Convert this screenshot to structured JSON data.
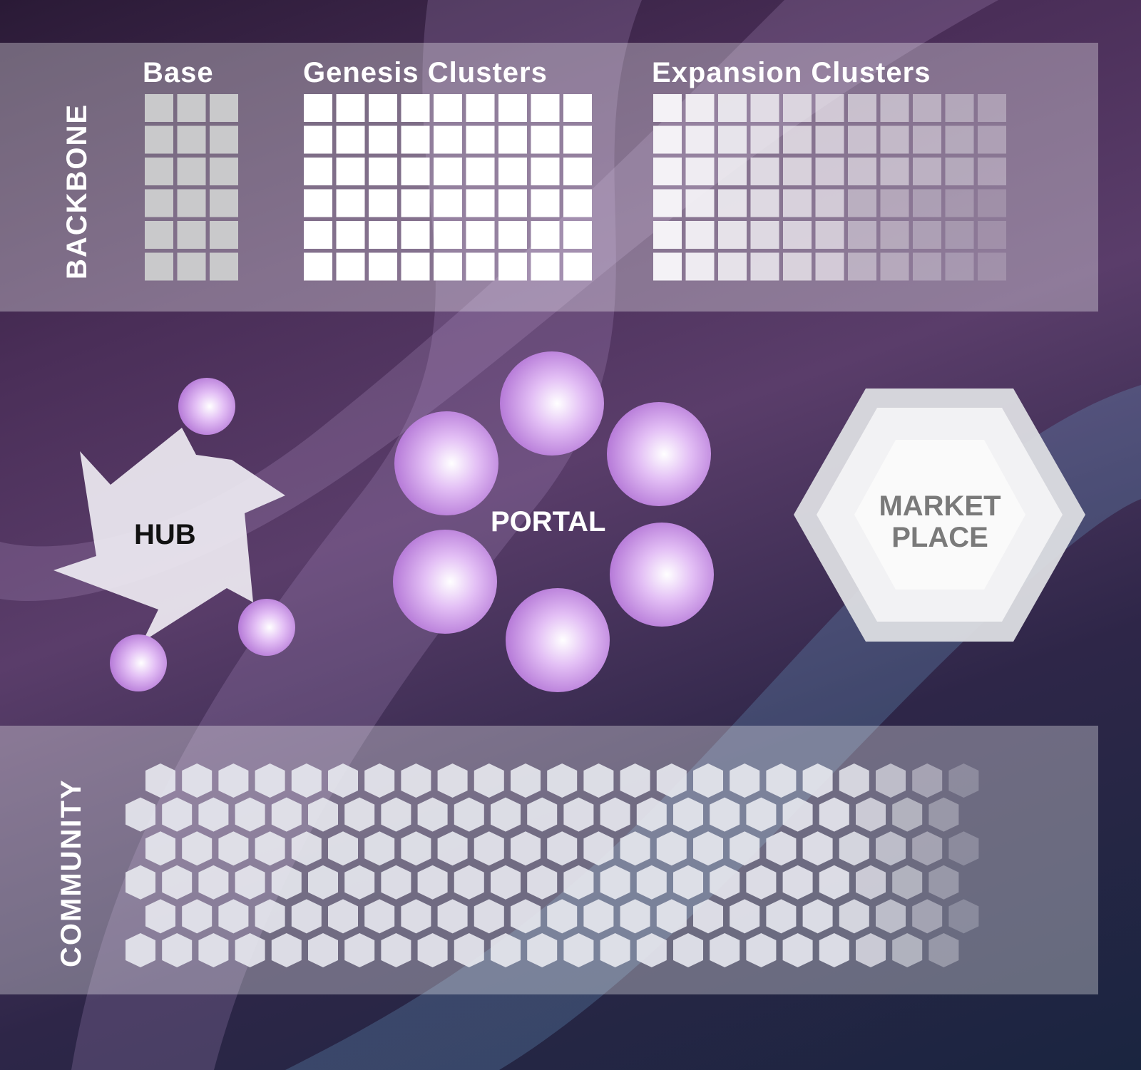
{
  "backbone": {
    "label": "BACKBONE",
    "base": {
      "title": "Base",
      "cols": 3,
      "rows": 6
    },
    "genesis": {
      "title": "Genesis Clusters",
      "cols": 9,
      "rows": 6
    },
    "expansion": {
      "title": "Expansion Clusters",
      "cols": 11,
      "rows": 6
    }
  },
  "hub": {
    "label": "HUB"
  },
  "portal": {
    "label": "PORTAL"
  },
  "marketplace": {
    "line1": "MARKET",
    "line2": "PLACE"
  },
  "community": {
    "label": "COMMUNITY",
    "hex_rows": 6
  },
  "colors": {
    "sphere": "#c78be6",
    "band": "#ffffff",
    "text_dark": "#111111",
    "market_text": "#7a7a7a"
  }
}
